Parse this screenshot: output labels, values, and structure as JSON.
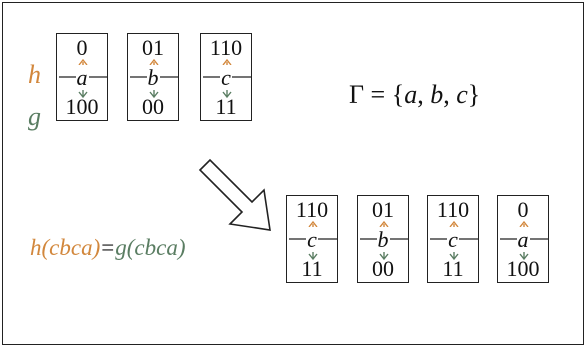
{
  "colors": {
    "h": "#d2873c",
    "g": "#5a7d62",
    "ink": "#111111"
  },
  "labels": {
    "h": "h",
    "g": "g"
  },
  "alphabet": {
    "prefix": "Γ = {",
    "letters": [
      "a",
      "b",
      "c"
    ],
    "separator": ", ",
    "suffix": "}"
  },
  "top_tiles": [
    {
      "letter": "a",
      "top": "0",
      "bottom": "100"
    },
    {
      "letter": "b",
      "top": "01",
      "bottom": "00"
    },
    {
      "letter": "c",
      "top": "110",
      "bottom": "11"
    }
  ],
  "bottom_tiles": [
    {
      "letter": "c",
      "top": "110",
      "bottom": "11"
    },
    {
      "letter": "b",
      "top": "01",
      "bottom": "00"
    },
    {
      "letter": "c",
      "top": "110",
      "bottom": "11"
    },
    {
      "letter": "a",
      "top": "0",
      "bottom": "100"
    }
  ],
  "equation": {
    "left_fn": "h",
    "left_open": "(",
    "left_arg": "cbca",
    "left_close": ")",
    "equals": "=",
    "right_fn": "g",
    "right_open": "(",
    "right_arg": "cbca",
    "right_close": ")"
  }
}
